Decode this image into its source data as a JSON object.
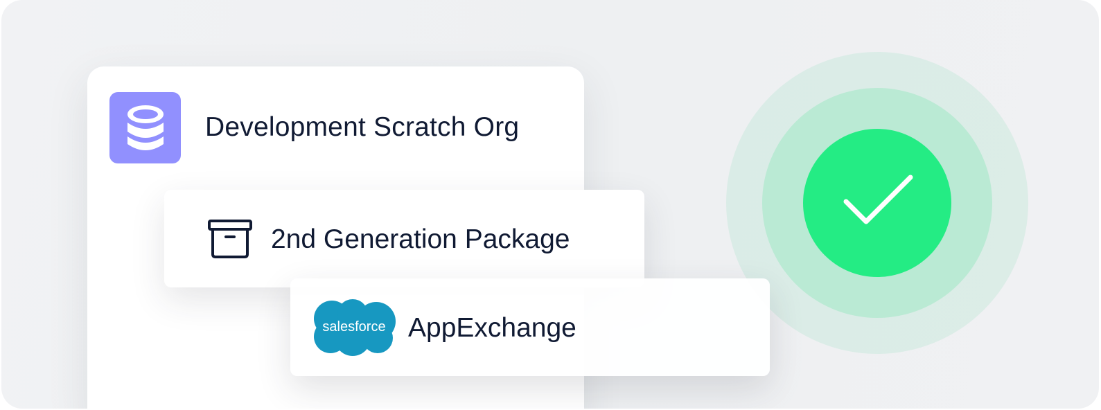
{
  "steps": {
    "org": {
      "label": "Development Scratch Org",
      "icon": "database-icon",
      "icon_color": "#9190fe"
    },
    "package": {
      "label": "2nd Generation Package",
      "icon": "archive-box-icon"
    },
    "app": {
      "label": "AppExchange",
      "logo_text": "salesforce",
      "logo_color": "#1798c1"
    }
  },
  "status": {
    "icon": "checkmark-icon",
    "color": "#24ec84"
  }
}
